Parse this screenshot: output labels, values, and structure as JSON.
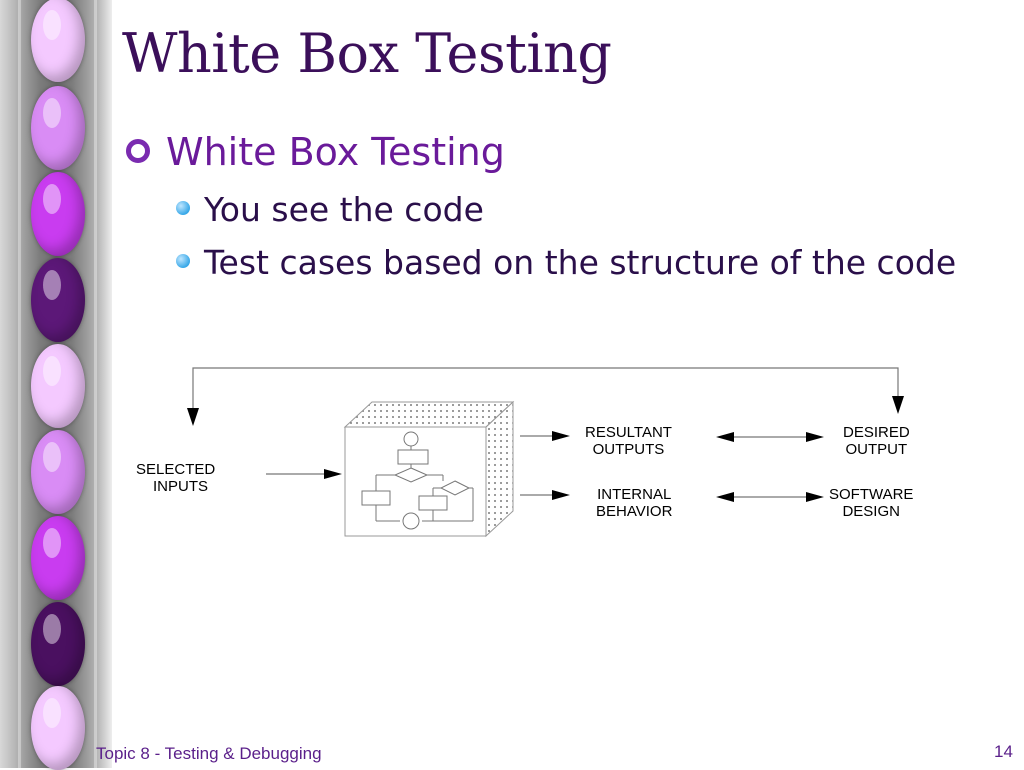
{
  "slide": {
    "title": "White Box Testing",
    "bullet_main": "White Box Testing",
    "sub_bullets": [
      "You see the code",
      "Test cases based on the structure of the code"
    ]
  },
  "diagram": {
    "selected_inputs": [
      "SELECTED",
      "INPUTS"
    ],
    "resultant_outputs": [
      "RESULTANT",
      "OUTPUTS"
    ],
    "internal_behavior": [
      "INTERNAL",
      "BEHAVIOR"
    ],
    "desired_output": [
      "DESIRED",
      "OUTPUT"
    ],
    "software_design": [
      "SOFTWARE",
      "DESIGN"
    ]
  },
  "footer": {
    "topic": "Topic 8 - Testing & Debugging",
    "page_number": "14"
  },
  "colors": {
    "title": "#3b0f5a",
    "bullet_main": "#6a1a9a",
    "sub_bullet": "#2a0f4a",
    "footer": "#5a1f8a",
    "bead_light": "#f4c9ff",
    "bead_mid": "#d98cf5",
    "bead_bright": "#c93cf0",
    "bead_dark": "#5c1878"
  }
}
